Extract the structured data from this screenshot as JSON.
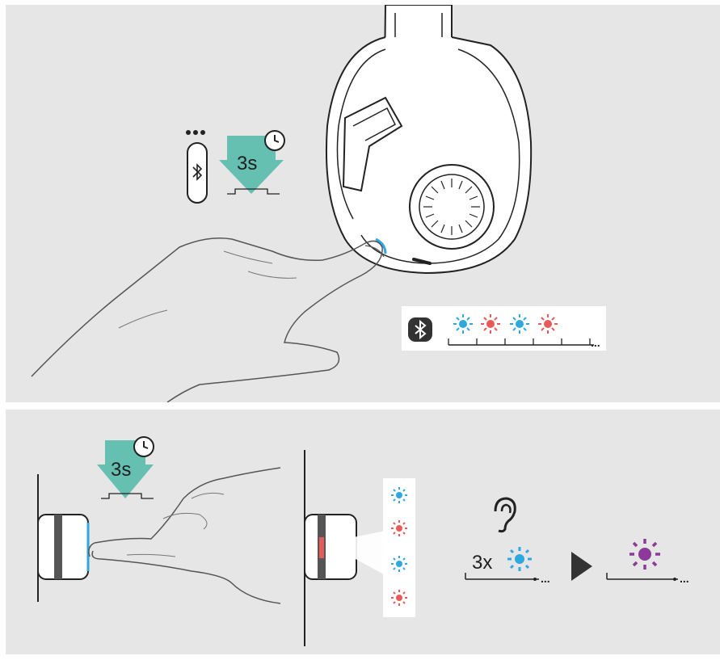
{
  "step1": {
    "hold_time_label": "3s",
    "led_pattern_trailing": "...",
    "colors": {
      "blue": "#2fa8e0",
      "red": "#e85a5a",
      "green": "#4db8a8",
      "dark": "#333333"
    }
  },
  "step2": {
    "hold_time_label": "3s",
    "voice_prompt_repeat": "3x",
    "timeline_trailing_1": "...",
    "timeline_trailing_2": "...",
    "colors": {
      "blue": "#2fa8e0",
      "red": "#e85a5a",
      "purple": "#8b3a9a",
      "green": "#4db8a8"
    }
  }
}
